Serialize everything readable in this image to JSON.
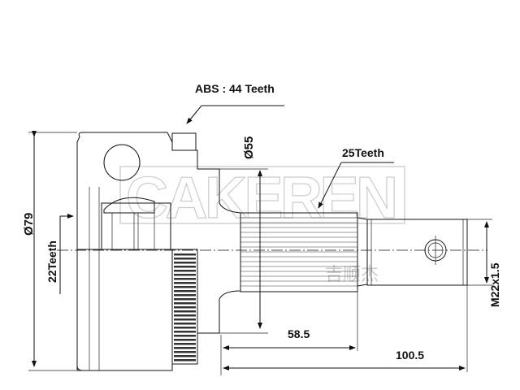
{
  "drawing": {
    "abs_label": "ABS : 44 Teeth",
    "spline_outer_label": "25Teeth",
    "spline_inner_label": "22Teeth",
    "outer_diameter_label": "Ø79",
    "abs_diameter_label": "Ø55",
    "length_short_label": "58.5",
    "length_total_label": "100.5",
    "thread_label": "M22x1.5"
  },
  "watermark": {
    "text": "CAKEREN",
    "subtext": "吉顺杰"
  }
}
